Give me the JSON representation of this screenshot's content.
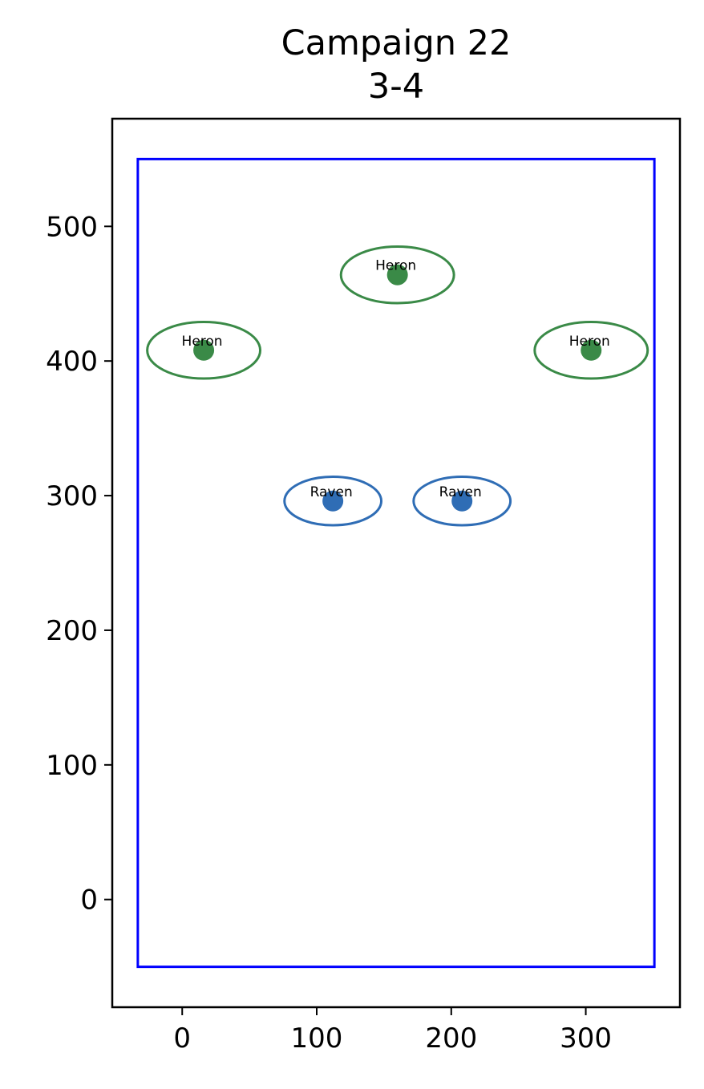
{
  "chart_data": {
    "type": "scatter",
    "title": "Campaign 22",
    "subtitle": "3-4",
    "xlabel": "",
    "ylabel": "",
    "xlim": [
      -52,
      370
    ],
    "ylim": [
      -80,
      580
    ],
    "xticks": [
      0,
      100,
      200,
      300
    ],
    "yticks": [
      0,
      100,
      200,
      300,
      400,
      500
    ],
    "grid": false,
    "boundary": {
      "x0": -33,
      "y0": -50,
      "x1": 351,
      "y1": 550,
      "color": "#0000ff"
    },
    "series": [
      {
        "color": "#3a8a47",
        "points": [
          {
            "label": "Heron",
            "x": 16,
            "y": 408
          },
          {
            "label": "Heron",
            "x": 160,
            "y": 464
          },
          {
            "label": "Heron",
            "x": 304,
            "y": 408
          }
        ]
      },
      {
        "color": "#2f6db5",
        "points": [
          {
            "label": "Raven",
            "x": 112,
            "y": 296
          },
          {
            "label": "Raven",
            "x": 208,
            "y": 296
          }
        ]
      }
    ],
    "ellipse_radii": {
      "Heron": {
        "rx": 42,
        "ry": 21
      },
      "Raven": {
        "rx": 36,
        "ry": 18
      }
    }
  }
}
